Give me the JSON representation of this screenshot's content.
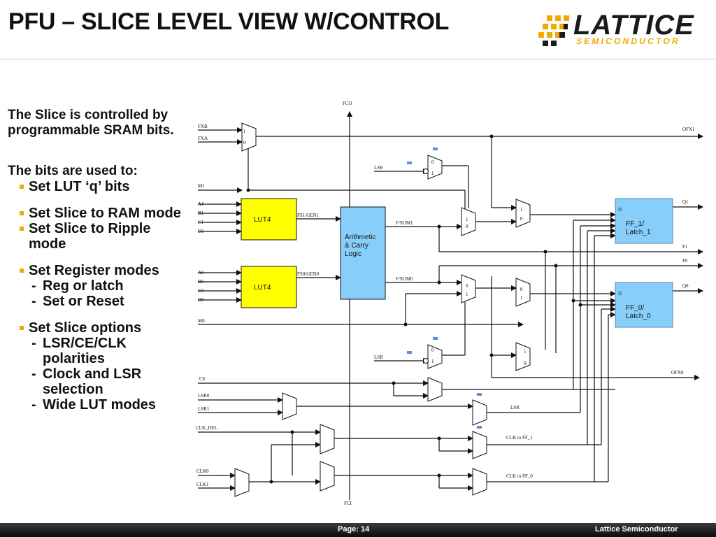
{
  "slide": {
    "title": "PFU – SLICE LEVEL VIEW W/CONTROL",
    "logo": {
      "word": "LATTICE",
      "sub": "SEMICONDUCTOR",
      "colors": {
        "dark": "#1a1a1a",
        "accent": "#f2a900"
      }
    },
    "intro": "The Slice is controlled by programmable SRAM bits.",
    "lead": "The bits are used to:",
    "bullets": [
      {
        "text": "Set LUT ‘q’ bits"
      },
      {
        "text": "Set Slice to RAM mode"
      },
      {
        "text": "Set Slice to Ripple mode"
      },
      {
        "text": "Set Register modes",
        "sub": [
          "Reg or latch",
          "Set or Reset"
        ]
      },
      {
        "text": "Set Slice options",
        "sub": [
          "LSR/CE/CLK polarities",
          "Clock and LSR selection",
          "Wide LUT modes"
        ]
      }
    ],
    "sub_dash": "-",
    "footer": {
      "page": "Page: 14",
      "company": "Lattice Semiconductor"
    }
  },
  "diagram": {
    "colors": {
      "lut": "#ffff00",
      "arith": "#87cefa",
      "ff": "#87cefa",
      "sram_bit": "#5b8fd6"
    },
    "blocks": {
      "lut_top": "LUT4",
      "lut_bot": "LUT4",
      "arith": [
        "Arithmetic",
        "& Carry",
        "Logic"
      ],
      "ff1": [
        "FF_1/",
        "Latch_1"
      ],
      "ff0": [
        "FF_0/",
        "Latch_0"
      ]
    },
    "signals": {
      "fco": "FCO",
      "fci": "FCI",
      "fxb": "FXB",
      "fxa": "FXA",
      "m1": "M1",
      "m0": "M0",
      "a1": "A1",
      "b1": "B1",
      "c1": "C1",
      "d1": "D1",
      "a0": "A0",
      "b0": "B0",
      "c0": "C0",
      "d0": "D0",
      "fs1": "FS1/GEN1",
      "fs0": "FS0/GEN0",
      "fsum1": "F/SUM1",
      "fsum0": "F/SUM0",
      "lsr": "LSR",
      "ce": "CE",
      "lsr0": "LSR0",
      "lsr1": "LSR1",
      "clk_del": "CLK_DEL",
      "clk0": "CLK0",
      "clk1": "CLK1",
      "ofx1": "OFX1",
      "ofx0": "OFX0",
      "q1": "Q1",
      "q0": "Q0",
      "f1": "F1",
      "f0": "F0",
      "d": "D",
      "clk_ff1": "CLK to FF_1",
      "clk_ff0": "CLK to FF_0",
      "mux0": "0",
      "mux1": "1"
    }
  }
}
